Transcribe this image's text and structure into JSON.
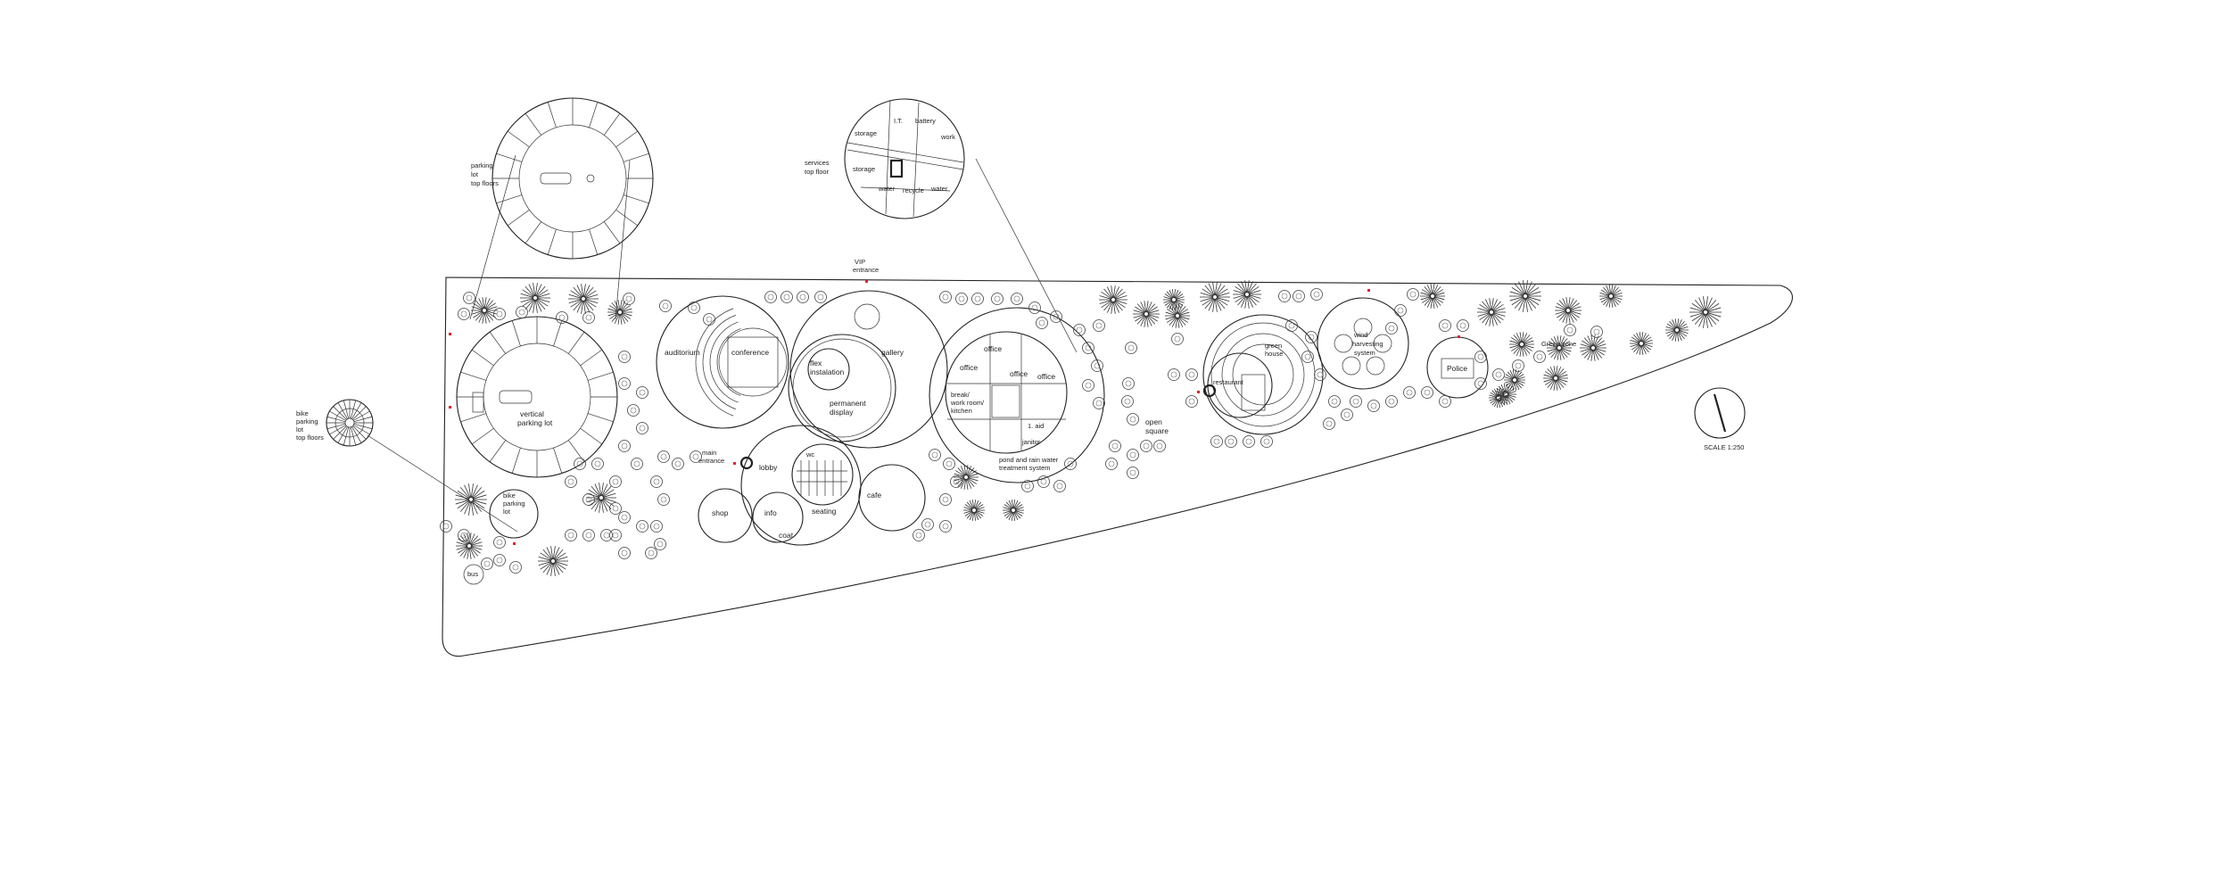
{
  "plan": {
    "labels": {
      "parking_top": [
        "parking",
        "lot",
        "top floors"
      ],
      "services_top": [
        "services",
        "top floor"
      ],
      "vip_entrance": [
        "VIP",
        "entrance"
      ],
      "bike_top": [
        "bike",
        "parking",
        "lot",
        "top floors"
      ],
      "vertical_parking": [
        "vertical",
        "parking lot"
      ],
      "bike_ground": [
        "bike",
        "parking",
        "lot"
      ],
      "bus": "bus",
      "auditorium": "auditorium",
      "conference": "conference",
      "gallery": "gallery",
      "flex_installation": [
        "flex",
        "instalation"
      ],
      "permanent_display": [
        "permanent",
        "display"
      ],
      "main_entrance": [
        "main",
        "entrance"
      ],
      "lobby": "lobby",
      "wc": "wc",
      "shop": "shop",
      "info": "info",
      "coat": "coat",
      "seating": "seating",
      "cafe": "cafe",
      "office_1": "office",
      "office_2": "office",
      "office_3": "office",
      "office_4": "office",
      "break_room": [
        "break/",
        "work room/",
        "kitchen"
      ],
      "first_aid": "1. aid",
      "janitor": "janitor",
      "pond": [
        "pond and rain water",
        "treatment system"
      ],
      "open_square": [
        "open",
        "square"
      ],
      "green_house": [
        "green",
        "house"
      ],
      "restaurant": "restaurant",
      "wind": [
        "wind",
        "harvesting",
        "system"
      ],
      "police": "Police",
      "green_zone": "Green zone",
      "scale": "SCALE 1:250"
    },
    "services": {
      "it": "I.T.",
      "battery": "battery",
      "storage_1": "storage",
      "storage_2": "storage",
      "work": "work",
      "water_1": "water",
      "recycle": "recycle",
      "water_2": "water"
    }
  },
  "colors": {
    "line": "#222222",
    "accent": "#e0242b",
    "background": "#ffffff"
  },
  "icons": {
    "north_arrow": "north-arrow-icon",
    "tree": "tree-icon",
    "bush": "bush-icon",
    "car": "car-icon",
    "entrance_marker": "entrance-marker-icon"
  }
}
